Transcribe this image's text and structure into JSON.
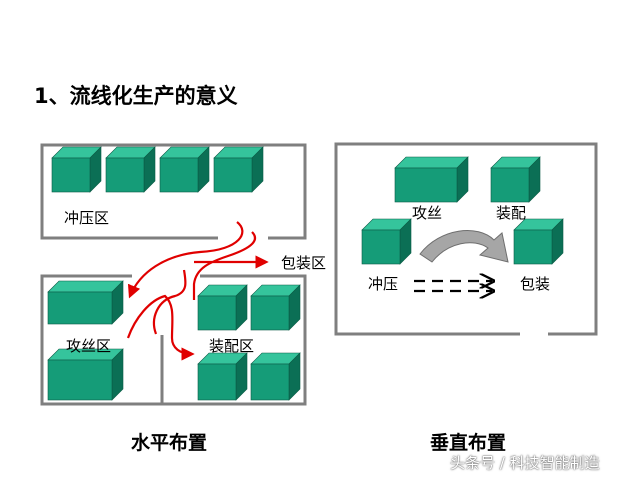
{
  "title": "1、流线化生产的意义",
  "colors": {
    "box_front": "#159C78",
    "box_top": "#35C49C",
    "box_side": "#0B6F55",
    "wall": "#7F7F7F",
    "flow_arrow": "#E00000",
    "curved_arrow": "#A0A0A0"
  },
  "horizontal": {
    "caption": "水平布置",
    "zones": {
      "stamping": "冲压区",
      "packing": "包装区",
      "tapping": "攻丝区",
      "assembly": "装配区"
    }
  },
  "vertical": {
    "caption": "垂直布置",
    "stations": {
      "tapping": "攻丝",
      "assembly": "装配",
      "stamping": "冲压",
      "packing": "包装"
    }
  },
  "watermark": "头条号 / 科技智能制造"
}
